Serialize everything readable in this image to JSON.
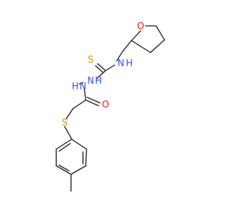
{
  "molecule": {
    "atoms": [
      {
        "id": "O_ring",
        "label": "O",
        "color": "#ff0d0d"
      },
      {
        "id": "N_amine",
        "label": "N",
        "sub": "H",
        "color": "#3050f8"
      },
      {
        "id": "S_thio",
        "label": "S",
        "color": "#c8a000"
      },
      {
        "id": "N_hyd1",
        "label": "N",
        "sub": "H",
        "color": "#3050f8"
      },
      {
        "id": "N_hyd2",
        "label": "N",
        "sub": "H",
        "color": "#3050f8"
      },
      {
        "id": "O_carb",
        "label": "O",
        "color": "#ff0d0d"
      },
      {
        "id": "S_ether",
        "label": "S",
        "color": "#c8a000"
      }
    ]
  }
}
